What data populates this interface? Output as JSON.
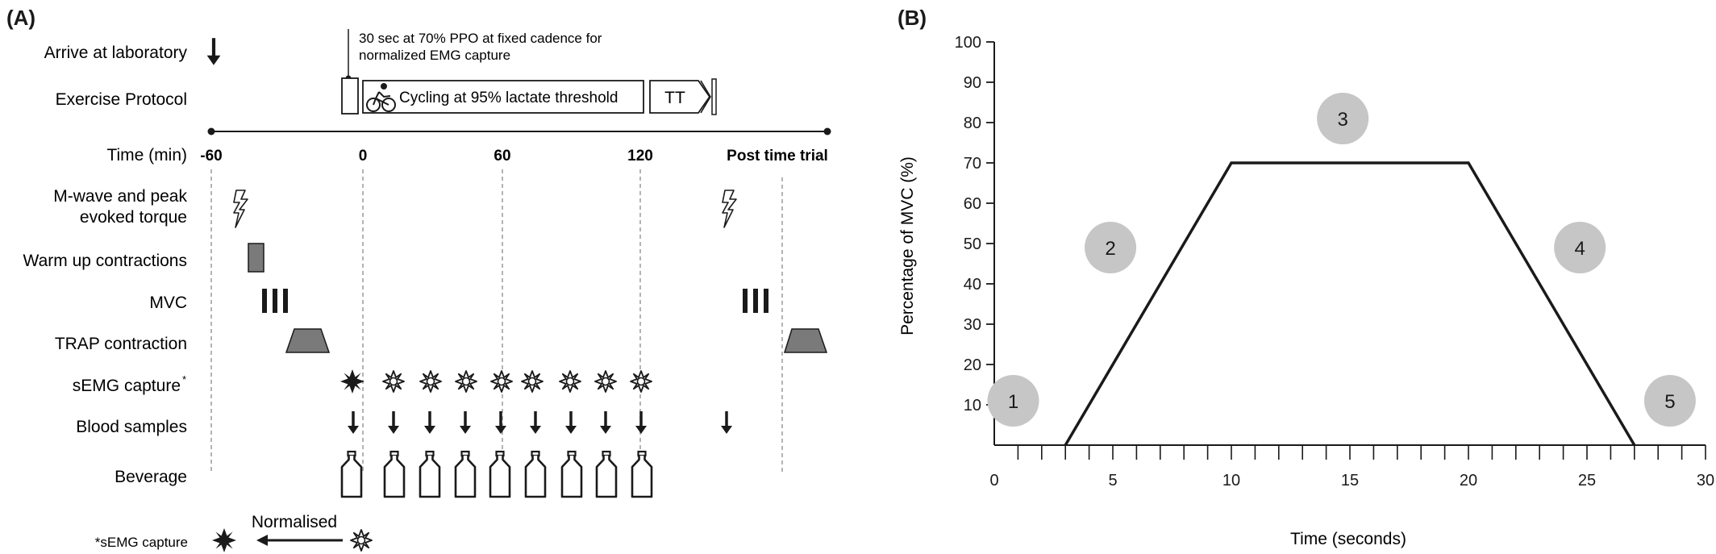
{
  "panel_a": {
    "label": "(A)",
    "row_labels": {
      "arrive": "Arrive at laboratory",
      "protocol": "Exercise Protocol",
      "time": "Time (min)",
      "mwave_line1": "M-wave and peak",
      "mwave_line2": "evoked torque",
      "warmup": "Warm up contractions",
      "mvc": "MVC",
      "trap": "TRAP contraction",
      "semg": "sEMG capture",
      "semg_mark": "*",
      "blood": "Blood samples",
      "beverage": "Beverage"
    },
    "annotation_line1": "30 sec at 70% PPO at fixed cadence for",
    "annotation_line2": "normalized EMG capture",
    "cycling_label": "Cycling at 95% lactate threshold",
    "tt_label": "TT",
    "time_ticks": [
      "-60",
      "0",
      "60",
      "120",
      "Post time trial"
    ],
    "legend": {
      "label": "*sEMG capture",
      "arrow_label": "Normalised"
    }
  },
  "panel_b": {
    "label": "(B)"
  },
  "chart_data": {
    "type": "line",
    "xlabel": "Time (seconds)",
    "ylabel": "Percentage of MVC (%)",
    "xlim": [
      0,
      30
    ],
    "ylim": [
      0,
      100
    ],
    "x_ticks": [
      0,
      5,
      10,
      15,
      20,
      25,
      30
    ],
    "y_ticks": [
      10,
      20,
      30,
      40,
      50,
      60,
      70,
      80,
      90,
      100
    ],
    "grid": false,
    "series": [
      {
        "x": [
          3,
          10,
          20,
          27
        ],
        "y": [
          0,
          70,
          70,
          0
        ]
      }
    ],
    "phase_markers": [
      {
        "label": "1",
        "x": 0.8,
        "y": 11
      },
      {
        "label": "2",
        "x": 4.9,
        "y": 49
      },
      {
        "label": "3",
        "x": 14.7,
        "y": 81
      },
      {
        "label": "4",
        "x": 24.7,
        "y": 49
      },
      {
        "label": "5",
        "x": 28.5,
        "y": 11
      }
    ]
  }
}
